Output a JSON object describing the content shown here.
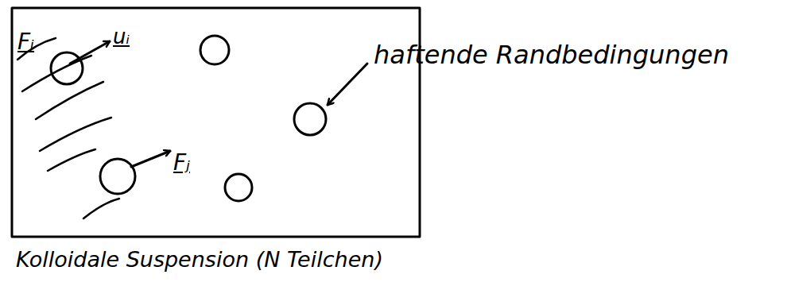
{
  "diagram": {
    "caption": "Kolloidale Suspension (N Teilchen)",
    "labels": [
      "Fᵢ",
      "uᵢ",
      "Fⱼ",
      "haftende Randbedingungen"
    ]
  }
}
